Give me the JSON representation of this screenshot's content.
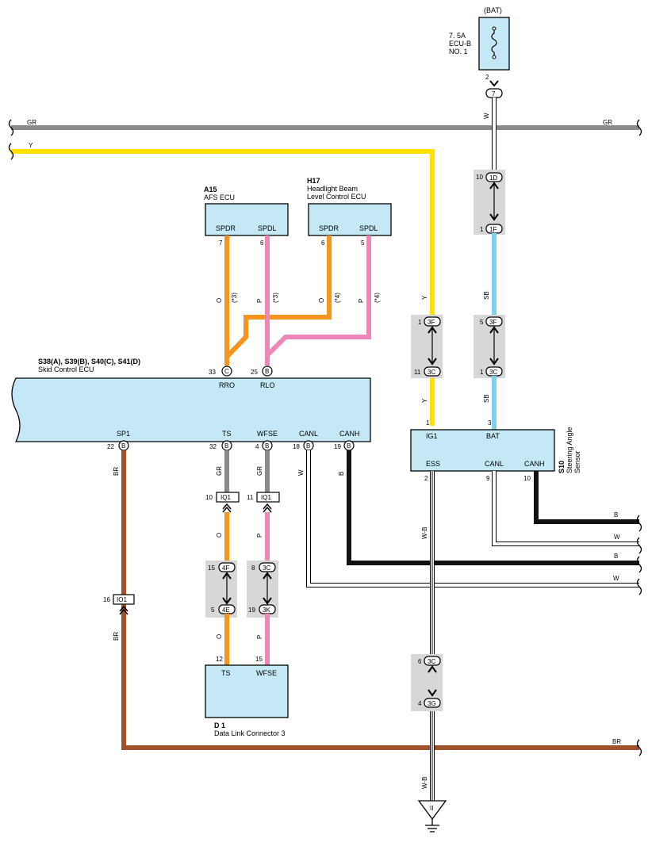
{
  "colors": {
    "ecu_fill": "#c5e8f7",
    "gray_box": "#d7d7d7",
    "wire_gr": "#8a8a8a",
    "wire_y": "#ffe000",
    "wire_o": "#f7941d",
    "wire_p": "#ef86b8",
    "wire_sb": "#7fcff0",
    "wire_br": "#a0522d",
    "wire_b": "#111111",
    "wire_w": "#ffffff"
  },
  "fuse": {
    "source": "(BAT)",
    "rating": "7. 5A",
    "name1": "ECU-B",
    "name2": "NO. 1",
    "pin": "2",
    "junction": "7"
  },
  "bus": {
    "gr_left": "GR",
    "gr_right": "GR",
    "y_left": "Y"
  },
  "afs": {
    "code": "A15",
    "name": "AFS ECU",
    "spdr": "SPDR",
    "spdl": "SPDL",
    "pin_spdr": "7",
    "pin_spdl": "6",
    "wire_o": "O",
    "wire_p": "P",
    "note": "(*3)"
  },
  "hbl": {
    "code": "H17",
    "name1": "Headlight Beam",
    "name2": "Level Control ECU",
    "spdr": "SPDR",
    "spdl": "SPDL",
    "pin_spdr": "6",
    "pin_spdl": "5",
    "wire_o": "O",
    "wire_p": "P",
    "note": "(*4)"
  },
  "skid": {
    "code": "S38(A), S39(B), S40(C), S41(D)",
    "name": "Skid Control ECU",
    "rro": "RRO",
    "rlo": "RLO",
    "pin_rro": "33",
    "conn_rro": "C",
    "pin_rlo": "25",
    "conn_rlo": "B",
    "sp1": "SP1",
    "ts": "TS",
    "wfse": "WFSE",
    "canl": "CANL",
    "canh": "CANH",
    "pin_sp1": "22",
    "pin_ts": "32",
    "pin_wfse": "4",
    "pin_canl": "18",
    "pin_canh": "19",
    "conn_b": "B"
  },
  "wires": {
    "gr": "GR",
    "br": "BR",
    "o": "O",
    "p": "P",
    "w": "W",
    "b": "B",
    "y": "Y",
    "sb": "SB",
    "wb": "W-B"
  },
  "iq": {
    "ts_pin": "10",
    "ts": "IQ1",
    "wfse_pin": "11",
    "wfse": "IQ1",
    "br_pin": "16",
    "br": "IO1"
  },
  "j_4f": {
    "top_pin": "15",
    "top": "4F",
    "bot_pin": "5",
    "bot": "4E"
  },
  "j_3c3k": {
    "top_pin": "8",
    "top": "3C",
    "bot_pin": "19",
    "bot": "3K"
  },
  "dlc": {
    "code": "D 1",
    "name": "Data Link Connector 3",
    "ts": "TS",
    "wfse": "WFSE",
    "pin_ts": "12",
    "pin_wfse": "15"
  },
  "j_y": {
    "top_pin": "1",
    "top": "3F",
    "bot_pin": "11",
    "bot": "3C"
  },
  "j_sb": {
    "top_pin": "5",
    "top": "3F",
    "bot_pin": "1",
    "bot": "3C"
  },
  "j_1d": {
    "top_pin": "10",
    "top": "1D",
    "bot_pin": "1",
    "bot": "1F"
  },
  "sas": {
    "code": "S10",
    "name1": "Steering Angle",
    "name2": "Sensor",
    "ig1": "IG1",
    "bat": "BAT",
    "ess": "ESS",
    "canl": "CANL",
    "canh": "CANH",
    "pin_ig1": "1",
    "pin_bat": "3",
    "pin_ess": "2",
    "pin_canl": "9",
    "pin_canh": "10"
  },
  "j_ground": {
    "top_pin": "6",
    "top": "3C",
    "bot_pin": "4",
    "bot": "3G",
    "ground": "II"
  }
}
